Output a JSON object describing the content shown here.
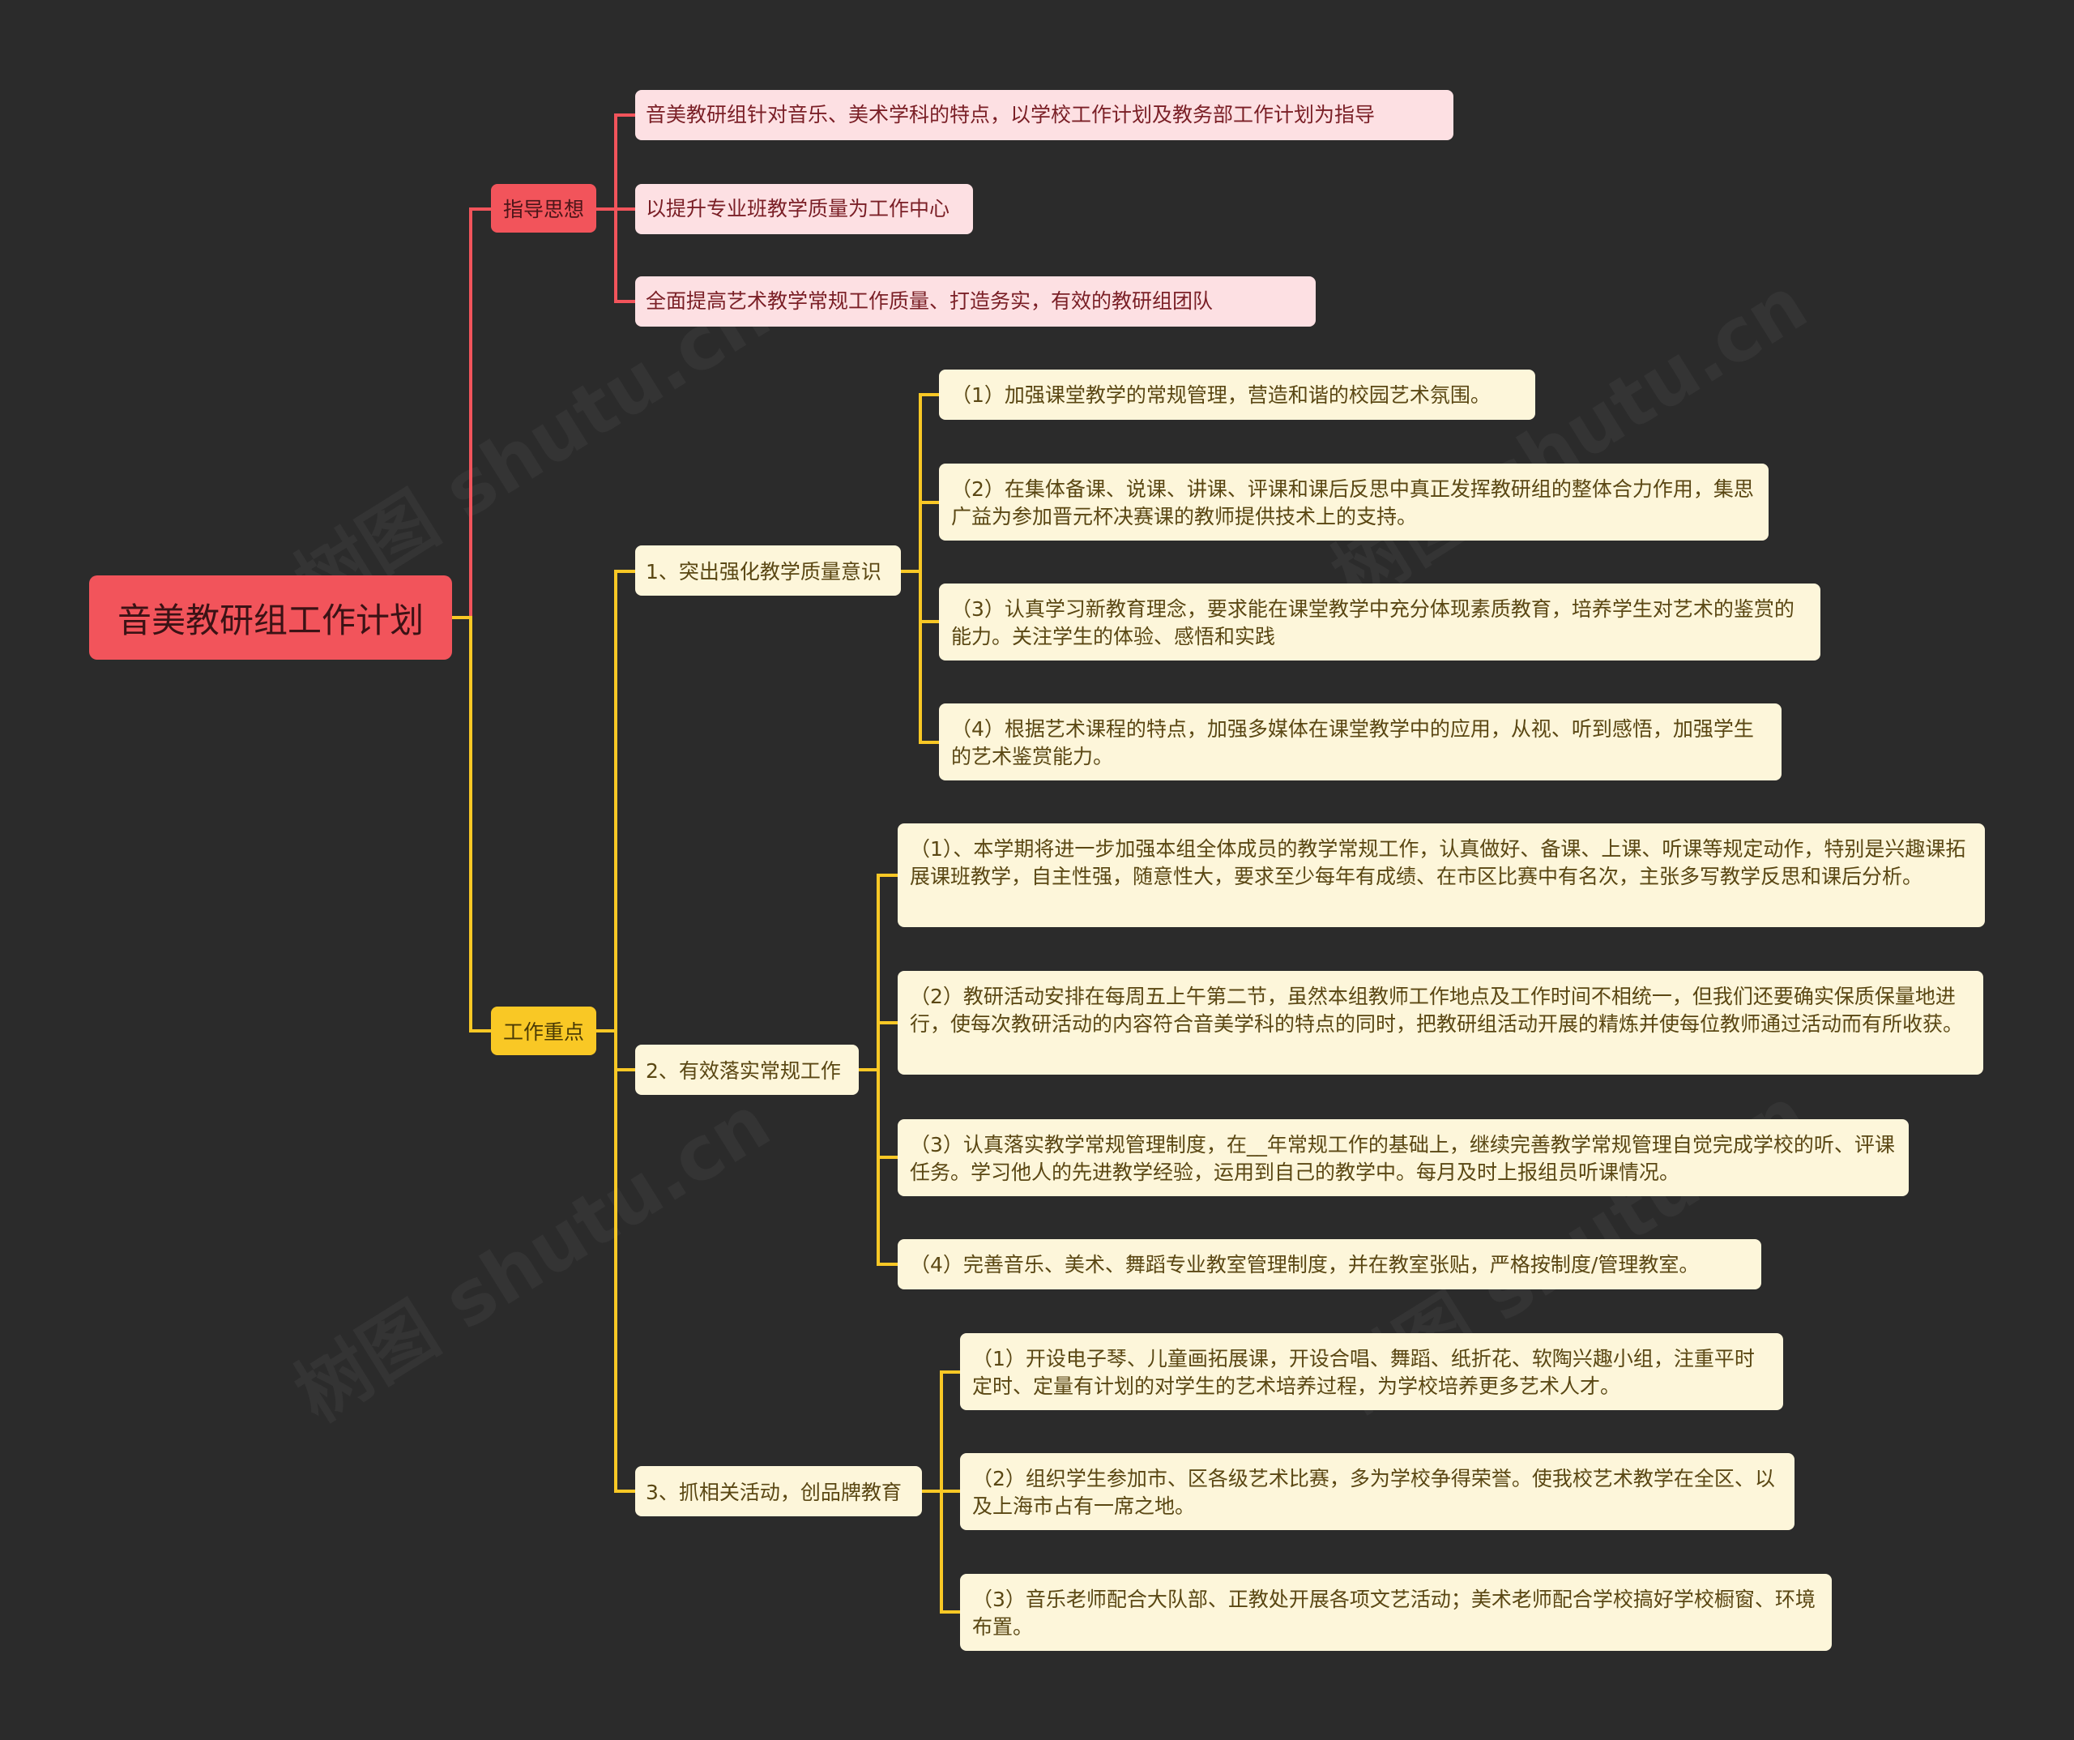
{
  "root": {
    "label": "音美教研组工作计划"
  },
  "colors": {
    "background": "#2b2b2b",
    "red": "#f2545b",
    "yellow": "#f9c825",
    "pink_leaf": "#fde0e3",
    "cream_leaf": "#fdf6da"
  },
  "branches": [
    {
      "label": "指导思想",
      "items": [
        "音美教研组针对音乐、美术学科的特点，以学校工作计划及教务部工作计划为指导",
        "以提升专业班教学质量为工作中心",
        "全面提高艺术教学常规工作质量、打造务实，有效的教研组团队"
      ]
    },
    {
      "label": "工作重点",
      "subs": [
        {
          "label": "1、突出强化教学质量意识",
          "items": [
            "（1）加强课堂教学的常规管理，营造和谐的校园艺术氛围。",
            "（2）在集体备课、说课、讲课、评课和课后反思中真正发挥教研组的整体合力作用，集思广益为参加晋元杯决赛课的教师提供技术上的支持。",
            "（3）认真学习新教育理念，要求能在课堂教学中充分体现素质教育，培养学生对艺术的鉴赏的能力。关注学生的体验、感悟和实践",
            "（4）根据艺术课程的特点，加强多媒体在课堂教学中的应用，从视、听到感悟，加强学生的艺术鉴赏能力。"
          ]
        },
        {
          "label": "2、有效落实常规工作",
          "items": [
            "（1）、本学期将进一步加强本组全体成员的教学常规工作，认真做好、备课、上课、听课等规定动作，特别是兴趣课拓展课班教学，自主性强，随意性大，要求至少每年有成绩、在市区比赛中有名次，主张多写教学反思和课后分析。",
            "（2）教研活动安排在每周五上午第二节，虽然本组教师工作地点及工作时间不相统一，但我们还要确实保质保量地进行，使每次教研活动的内容符合音美学科的特点的同时，把教研组活动开展的精炼并使每位教师通过活动而有所收获。",
            "（3）认真落实教学常规管理制度，在__年常规工作的基础上，继续完善教学常规管理自觉完成学校的听、评课任务。学习他人的先进教学经验，运用到自己的教学中。每月及时上报组员听课情况。",
            "（4）完善音乐、美术、舞蹈专业教室管理制度，并在教室张贴，严格按制度/管理教室。"
          ]
        },
        {
          "label": "3、抓相关活动，创品牌教育",
          "items": [
            "（1）开设电子琴、儿童画拓展课，开设合唱、舞蹈、纸折花、软陶兴趣小组，注重平时定时、定量有计划的对学生的艺术培养过程，为学校培养更多艺术人才。",
            "（2）组织学生参加市、区各级艺术比赛，多为学校争得荣誉。使我校艺术教学在全区、以及上海市占有一席之地。",
            "（3）音乐老师配合大队部、正教处开展各项文艺活动；美术老师配合学校搞好学校橱窗、环境布置。"
          ]
        }
      ]
    }
  ]
}
